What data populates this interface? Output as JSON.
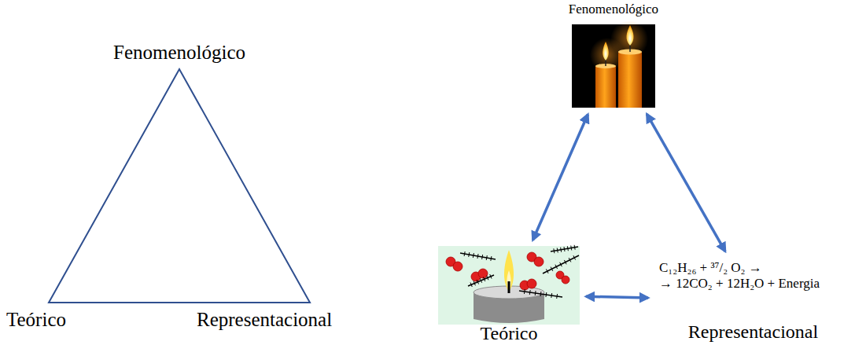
{
  "diagram": {
    "nodes": [
      {
        "text": [
          "Fenomenológico"
        ]
      },
      {
        "text": [
          "Teórico"
        ]
      },
      {
        "text": [
          "C₁₂H₂₆ + ³⁷/₂ O₂ →",
          "→ 12CO₂ + 12H₂O + Energia",
          "Representacional"
        ]
      }
    ],
    "edges": [
      {
        "from": 0,
        "to": 1,
        "arrow": "both"
      },
      {
        "from": 0,
        "to": 2,
        "arrow": "both"
      },
      {
        "from": 1,
        "to": 2,
        "arrow": "both"
      }
    ],
    "labels": [
      "Fenomenológico",
      "Teórico",
      "Representacional"
    ]
  }
}
